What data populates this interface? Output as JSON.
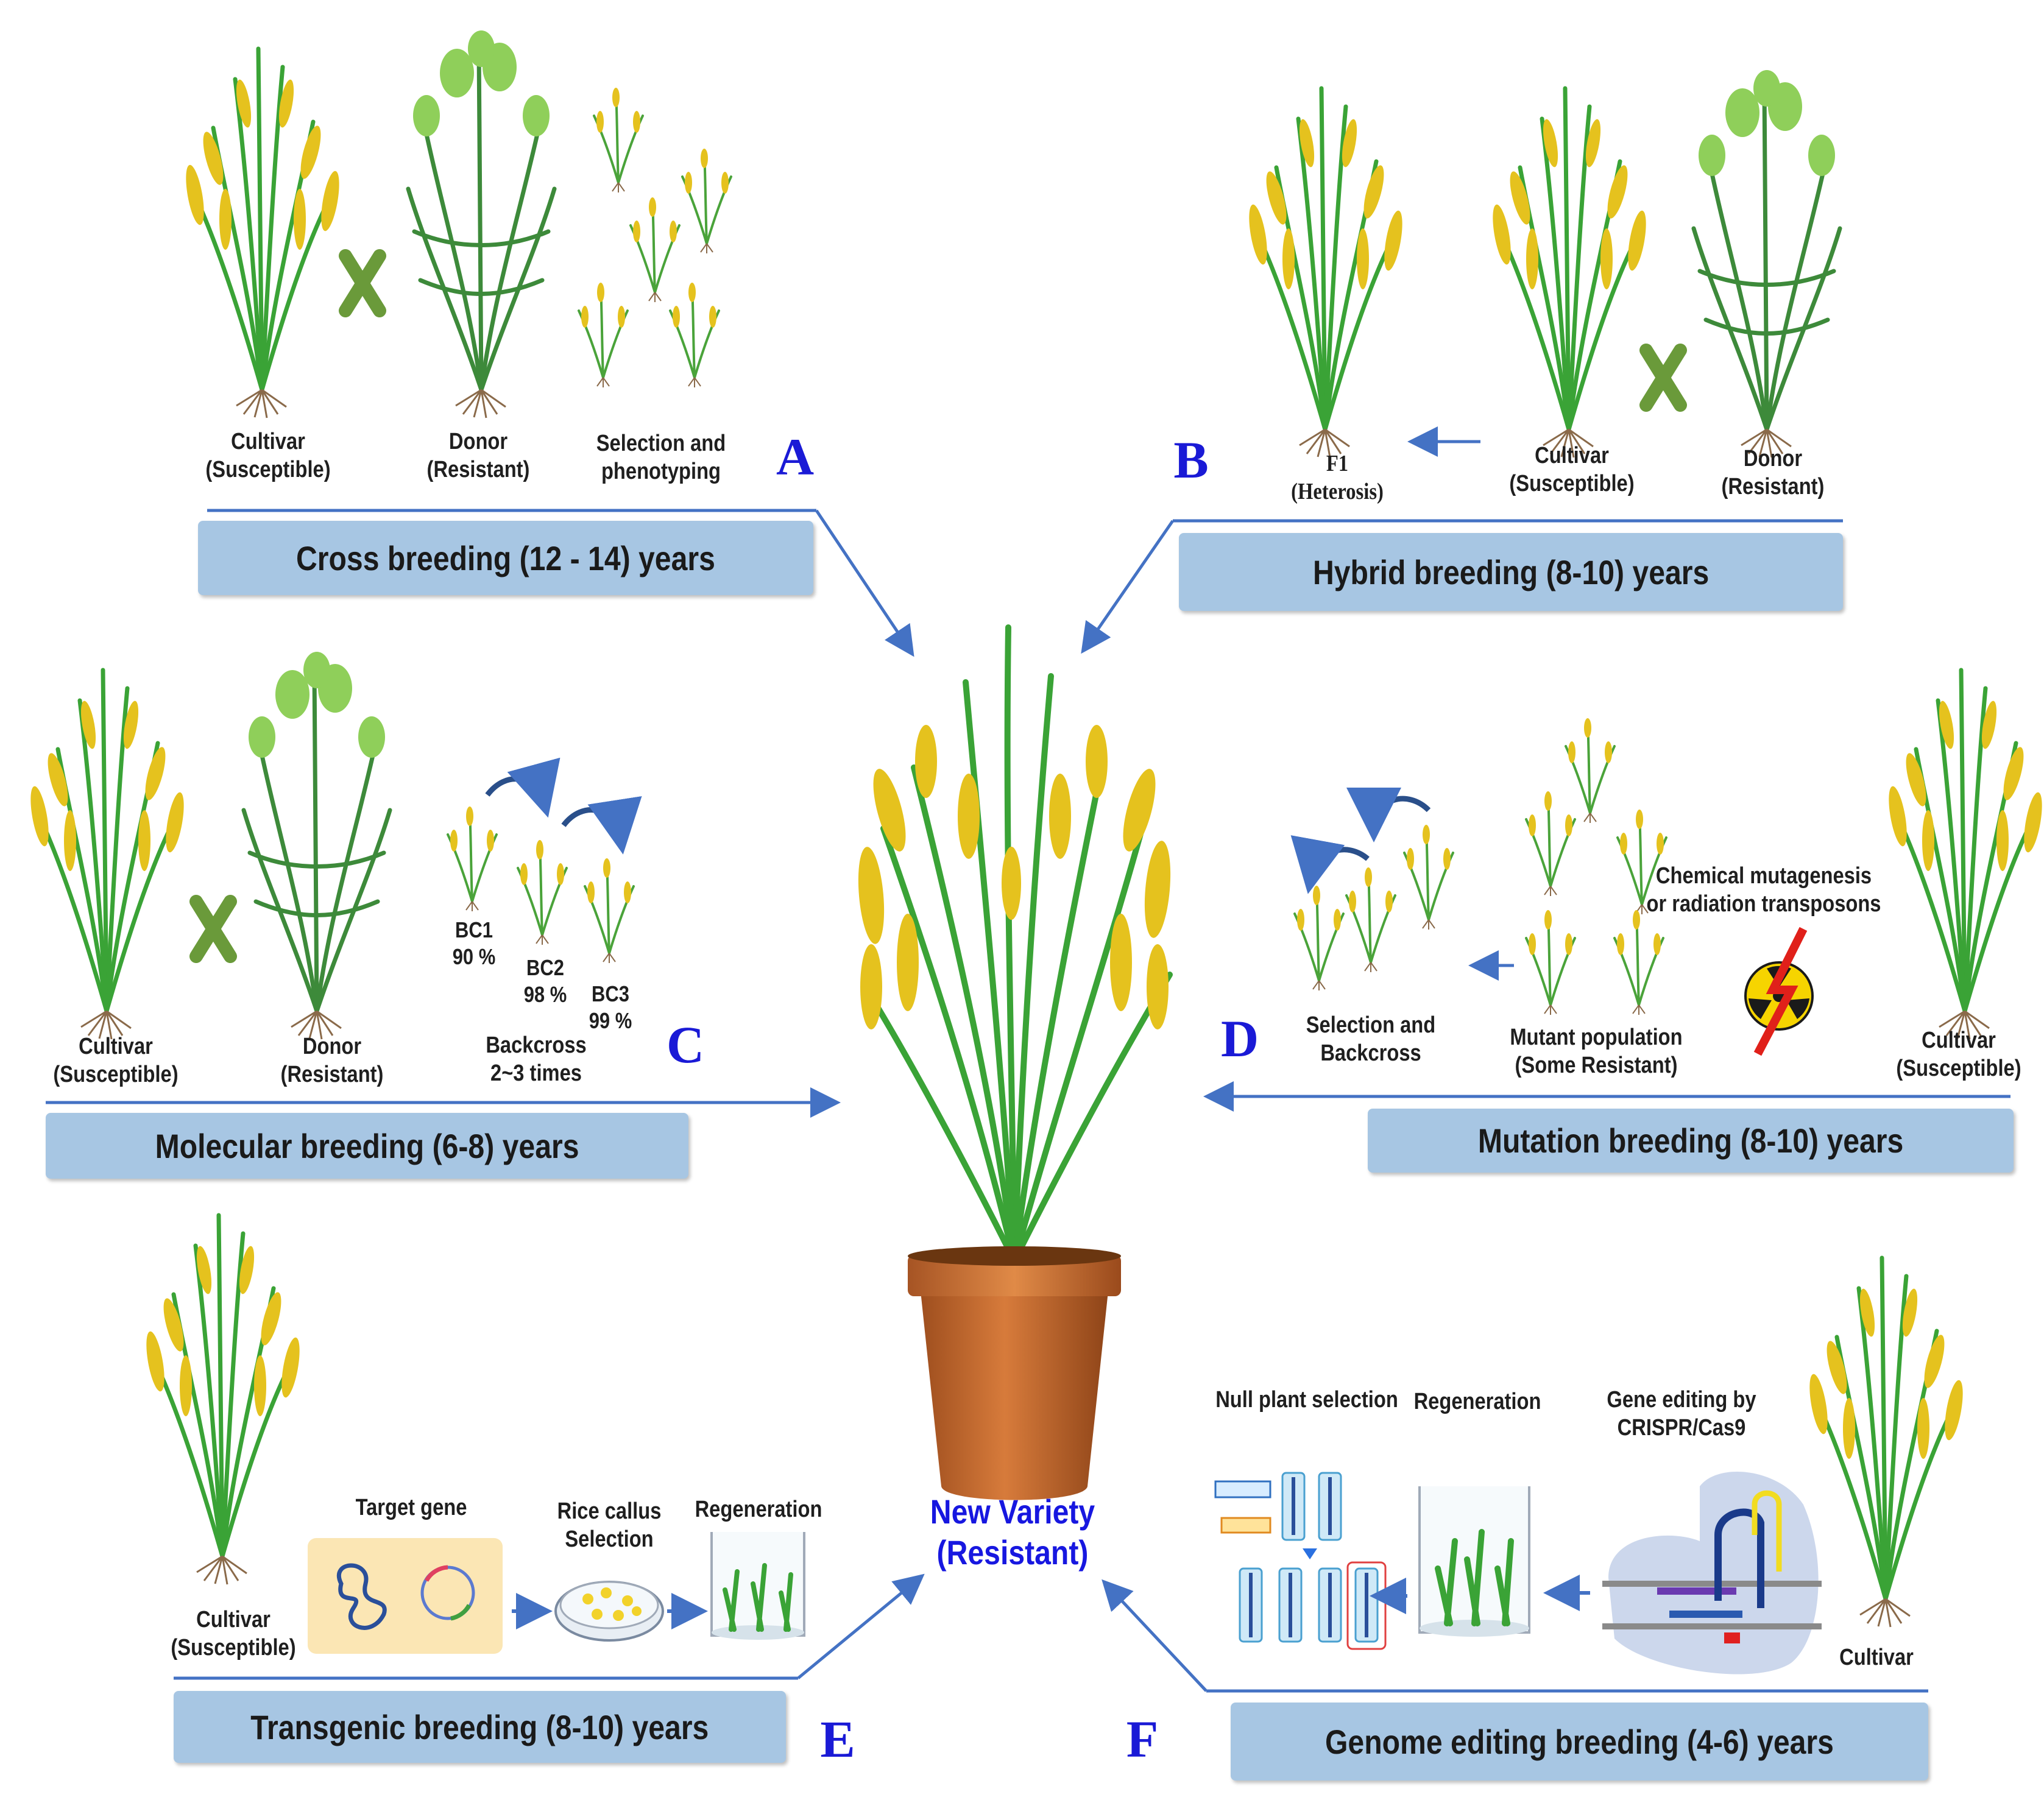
{
  "panels": {
    "A": {
      "letter": "A",
      "banner": "Cross breeding (12 - 14) years",
      "cultivar": [
        "Cultivar",
        "(Susceptible)"
      ],
      "donor": [
        "Donor",
        "(Resistant)"
      ],
      "selection": [
        "Selection and",
        "phenotyping"
      ]
    },
    "B": {
      "letter": "B",
      "banner": "Hybrid breeding (8-10) years",
      "f1": [
        "F1",
        "(Heterosis)"
      ],
      "cultivar": [
        "Cultivar",
        "(Susceptible)"
      ],
      "donor": [
        "Donor",
        "(Resistant)"
      ]
    },
    "C": {
      "letter": "C",
      "banner": "Molecular breeding (6-8) years",
      "cultivar": [
        "Cultivar",
        "(Susceptible)"
      ],
      "donor": [
        "Donor",
        "(Resistant)"
      ],
      "bc1": [
        "BC1",
        "90 %"
      ],
      "bc2": [
        "BC2",
        "98 %"
      ],
      "bc3": [
        "BC3",
        "99 %"
      ],
      "backcross": [
        "Backcross",
        "2~3 times"
      ]
    },
    "D": {
      "letter": "D",
      "banner": "Mutation breeding (8-10) years",
      "selection": [
        "Selection and",
        "Backcross"
      ],
      "mutant": [
        "Mutant population",
        "(Some Resistant)"
      ],
      "chemical": [
        "Chemical mutagenesis",
        "or radiation transposons"
      ],
      "cultivar": [
        "Cultivar",
        "(Susceptible)"
      ]
    },
    "E": {
      "letter": "E",
      "banner": "Transgenic breeding (8-10) years",
      "cultivar": [
        "Cultivar",
        "(Susceptible)"
      ],
      "target": "Target gene",
      "callus": [
        "Rice callus",
        "Selection"
      ],
      "regeneration": "Regeneration"
    },
    "F": {
      "letter": "F",
      "banner": "Genome editing breeding (4-6) years",
      "null_plant": "Null plant selection",
      "regeneration": "Regeneration",
      "gene_editing": [
        "Gene editing by",
        "CRISPR/Cas9"
      ],
      "cultivar": "Cultivar"
    }
  },
  "center": {
    "line1": "New Variety",
    "line2": "(Resistant)"
  },
  "colors": {
    "banner": "#a7c6e3",
    "arrow": "#4472c4",
    "letter": "#1a1ad6",
    "center_text": "#1717e0",
    "cross_mark": "#6a9a3a",
    "pot": "#c76a30"
  }
}
